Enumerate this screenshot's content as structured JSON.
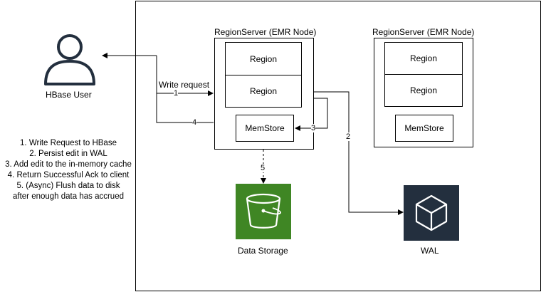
{
  "user": {
    "label": "HBase User",
    "icon": "user-icon"
  },
  "region_servers": [
    {
      "title": "RegionServer (EMR Node)",
      "regions": [
        "Region",
        "Region"
      ],
      "memstore": "MemStore"
    },
    {
      "title": "RegionServer (EMR Node)",
      "regions": [
        "Region",
        "Region"
      ],
      "memstore": "MemStore"
    }
  ],
  "arrows": {
    "write_request_label": "Write request",
    "step1": "1",
    "step2": "2",
    "step3": "3",
    "step4": "4",
    "step5": "5"
  },
  "storage": {
    "label": "Data Storage",
    "icon": "s3-bucket-icon",
    "color": "#3f8624"
  },
  "wal": {
    "label": "WAL",
    "icon": "cube-icon",
    "color": "#232f3e"
  },
  "steps_text": [
    "1. Write Request to HBase",
    "2. Persist edit in WAL",
    "3. Add edit to the in-memory cache",
    "4. Return Successful Ack to client",
    "5. (Async) Flush data to disk",
    "after enough data has accrued"
  ]
}
